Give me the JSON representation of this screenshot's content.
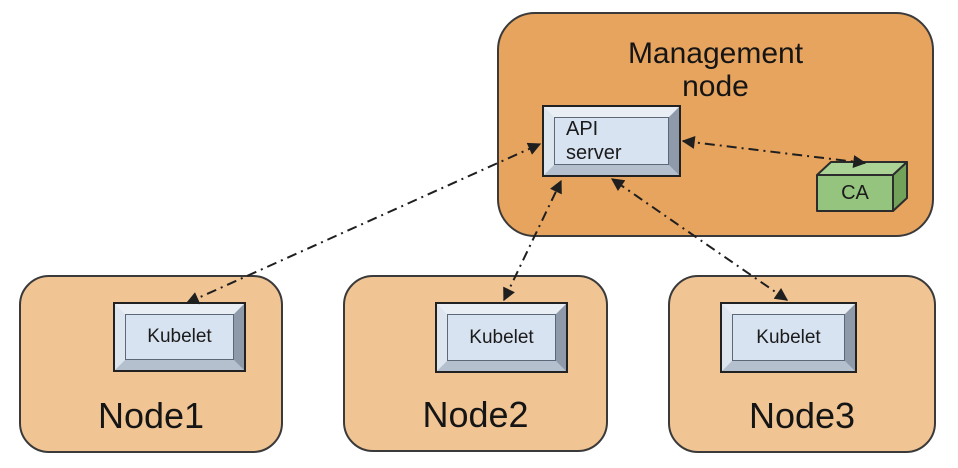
{
  "management_node": {
    "label": "Management node",
    "api_server": {
      "label": "API server"
    },
    "ca": {
      "label": "CA"
    }
  },
  "nodes": [
    {
      "label": "Node1",
      "component": "Kubelet"
    },
    {
      "label": "Node2",
      "component": "Kubelet"
    },
    {
      "label": "Node3",
      "component": "Kubelet"
    }
  ],
  "connections": [
    {
      "from": "Kubelet (Node1)",
      "to": "API server",
      "style": "dash-dot",
      "bidirectional": true
    },
    {
      "from": "Kubelet (Node2)",
      "to": "API server",
      "style": "dash-dot",
      "bidirectional": true
    },
    {
      "from": "Kubelet (Node3)",
      "to": "API server",
      "style": "dash-dot",
      "bidirectional": true
    },
    {
      "from": "API server",
      "to": "CA",
      "style": "dash-dot",
      "bidirectional": true
    }
  ],
  "colors": {
    "management_fill": "#e7a45f",
    "worker_fill": "#f1c494",
    "component_face": "#d8e3f1",
    "ca_front": "#94c47e",
    "ca_top": "#abd395",
    "ca_side": "#72a15a",
    "outline": "#3a3a3a",
    "arrow": "#1f1f1f",
    "background": "#ffffff"
  }
}
